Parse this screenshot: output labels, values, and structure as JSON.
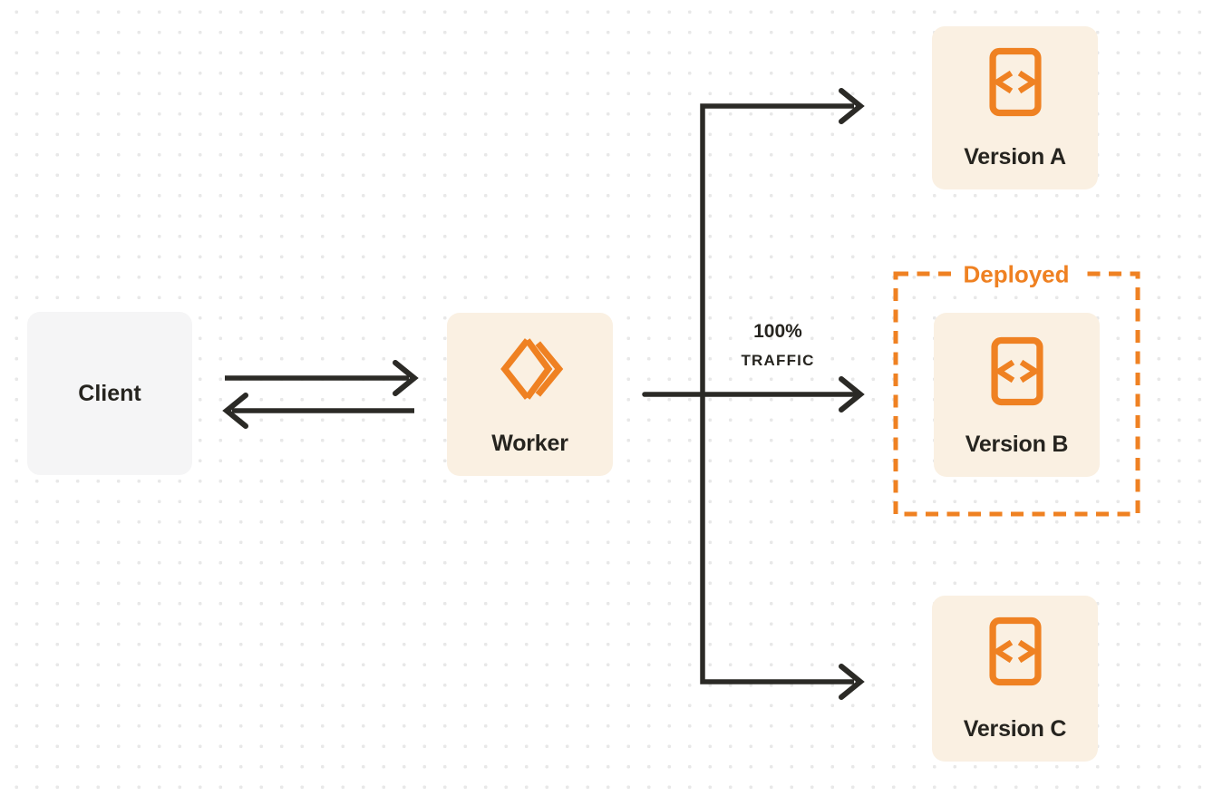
{
  "nodes": {
    "client": {
      "label": "Client"
    },
    "worker": {
      "label": "Worker"
    },
    "version_a": {
      "label": "Version A"
    },
    "version_b": {
      "label": "Version B"
    },
    "version_c": {
      "label": "Version C"
    }
  },
  "annotations": {
    "deployed_label": "Deployed",
    "traffic_percent": "100%",
    "traffic_word": "TRAFFIC"
  },
  "icons": {
    "worker": "workers-double-chevron-diamond-icon",
    "version": "code-file-icon"
  },
  "colors": {
    "accent_orange": "#EF8122",
    "cream_node_bg": "#FAF0E2",
    "gray_node_bg": "#F5F5F6",
    "arrow_dark": "#2B2A26",
    "text_dark": "#26241F",
    "dot_grid": "#E8E8E8",
    "canvas_bg": "#FFFFFF"
  }
}
